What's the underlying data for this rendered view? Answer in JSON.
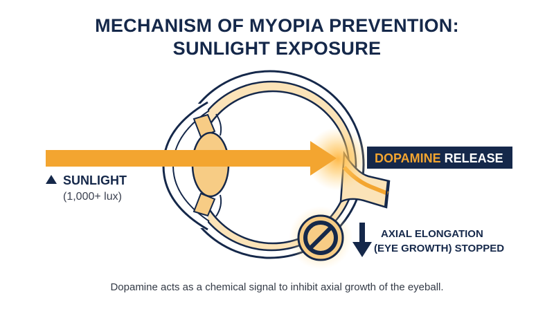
{
  "title": {
    "line1": "MECHANISM OF MYOPIA PREVENTION:",
    "line2": "SUNLIGHT EXPOSURE"
  },
  "sunlight": {
    "label": "SUNLIGHT",
    "sublabel": "(1,000+ lux)",
    "icon": "triangle-up-icon"
  },
  "dopamine": {
    "highlight": "DOPAMINE",
    "rest": " RELEASE"
  },
  "elongation": {
    "line1": "AXIAL ELONGATION",
    "line2": "(EYE GROWTH) STOPPED",
    "icon": "arrow-down-icon"
  },
  "prohibit_icon": "prohibited-icon",
  "caption": "Dopamine acts as a chemical signal to inhibit axial growth of the eyeball.",
  "colors": {
    "navy": "#15284a",
    "orange": "#f3a530",
    "light_orange": "#f7cc85",
    "pale_orange": "#fbe3b8"
  }
}
